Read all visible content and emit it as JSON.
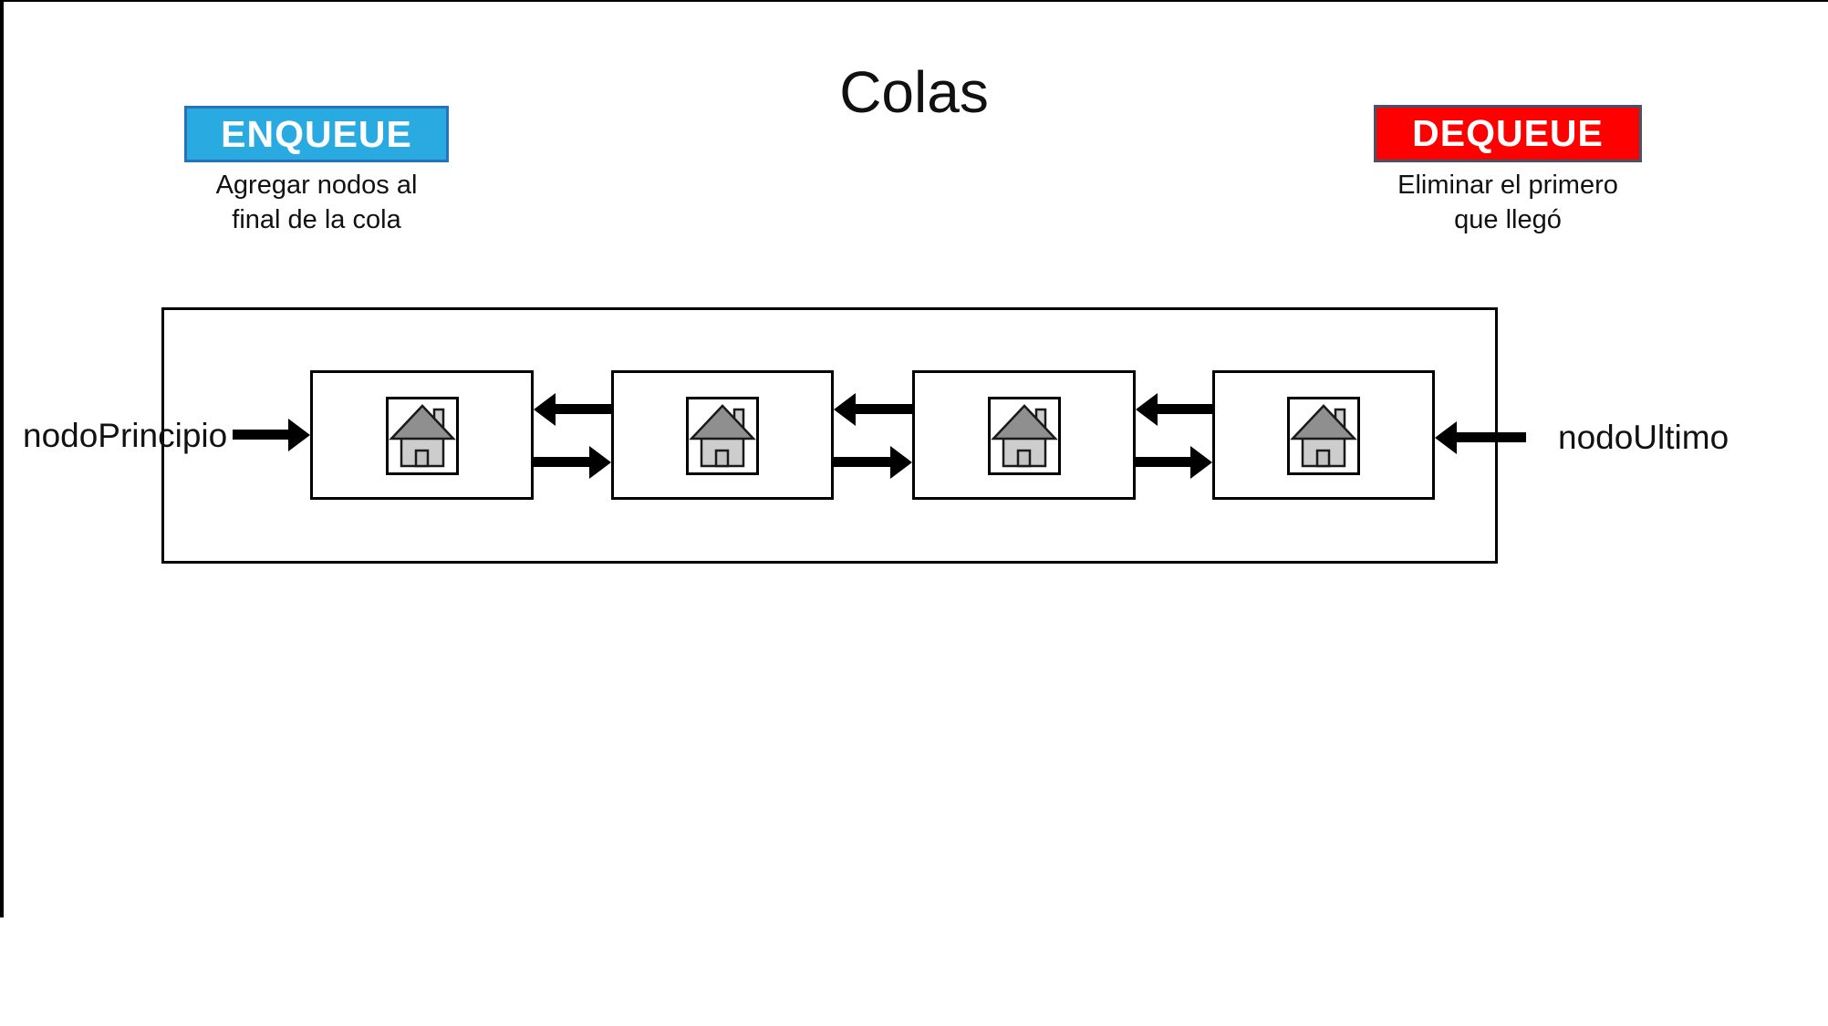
{
  "title": "Colas",
  "enqueue": {
    "label": "ENQUEUE",
    "caption_line1": "Agregar nodos al",
    "caption_line2": "final de la cola",
    "fill": "#29ABE2",
    "border": "#2573B9",
    "text_color": "#FFFFFF"
  },
  "dequeue": {
    "label": "DEQUEUE",
    "caption_line1": "Eliminar el primero",
    "caption_line2": "que llegó",
    "fill": "#FE0000",
    "border": "#44546A",
    "text_color": "#FFFFFF"
  },
  "queue": {
    "front_label": "nodoPrincipio",
    "rear_label": "nodoUltimo",
    "nodes": [
      {
        "id": "node-1",
        "icon": "house-icon"
      },
      {
        "id": "node-2",
        "icon": "house-icon"
      },
      {
        "id": "node-3",
        "icon": "house-icon"
      },
      {
        "id": "node-4",
        "icon": "house-icon"
      }
    ],
    "house_colors": {
      "roof": "#8F8F8F",
      "body": "#CDCDCD",
      "door": "#C2C2C2",
      "chimney": "#CDCDCD",
      "outline": "#1A1A1A"
    }
  }
}
